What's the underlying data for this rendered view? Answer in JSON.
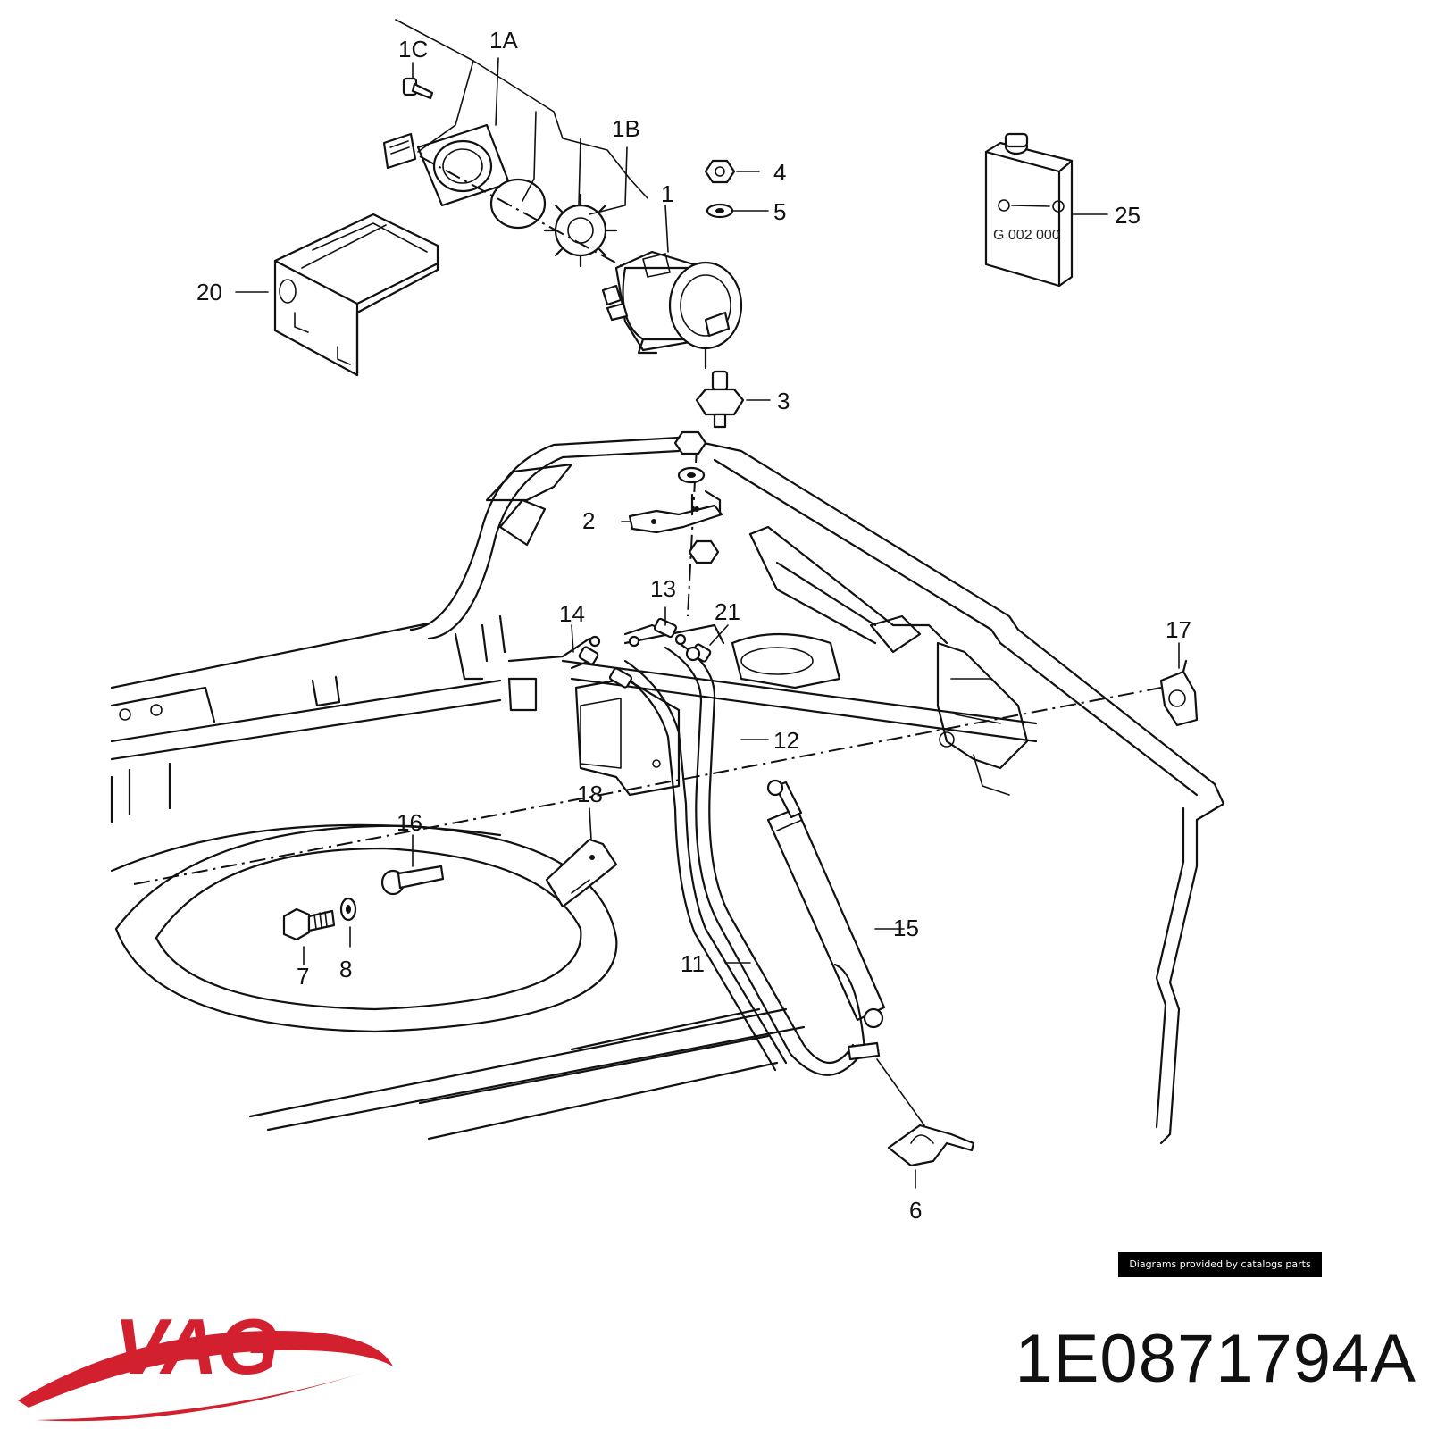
{
  "callouts": {
    "c1": "1",
    "c1a": "1A",
    "c1b": "1B",
    "c1c": "1C",
    "c2": "2",
    "c3": "3",
    "c4": "4",
    "c5": "5",
    "c6": "6",
    "c7": "7",
    "c8": "8",
    "c11": "11",
    "c12": "12",
    "c13": "13",
    "c14": "14",
    "c15": "15",
    "c16": "16",
    "c17": "17",
    "c18": "18",
    "c20": "20",
    "c21": "21",
    "c25": "25"
  },
  "fluid_can": {
    "code": "G 002 000"
  },
  "credit": "Diagrams provided by catalogs parts",
  "brand": {
    "name": "VAG",
    "color": "#d2202f"
  },
  "part_number": "1E0871794A"
}
